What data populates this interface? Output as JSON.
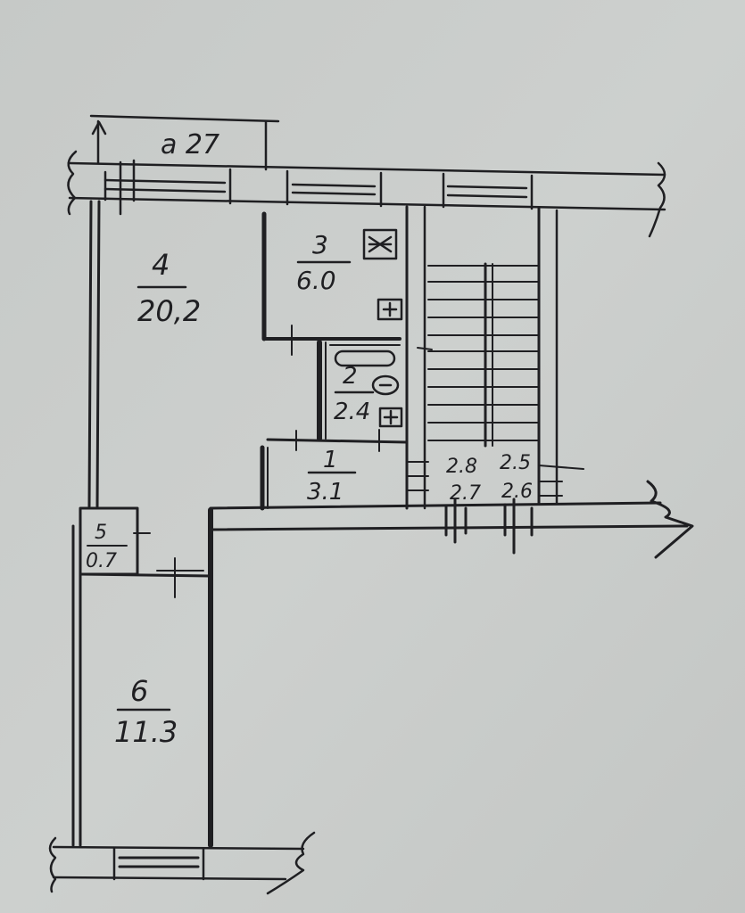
{
  "balcony": {
    "label": "a 27"
  },
  "rooms": [
    {
      "number": "4",
      "area": "20,2"
    },
    {
      "number": "3",
      "area": "6.0"
    },
    {
      "number": "2",
      "area": "2.4"
    },
    {
      "number": "1",
      "area": "3.1"
    },
    {
      "number": "5",
      "area": "0.7"
    },
    {
      "number": "6",
      "area": "11.3"
    }
  ],
  "stair_heights": {
    "top": [
      "2.8",
      "2.5"
    ],
    "bottom": [
      "2.7",
      "2.6"
    ]
  }
}
